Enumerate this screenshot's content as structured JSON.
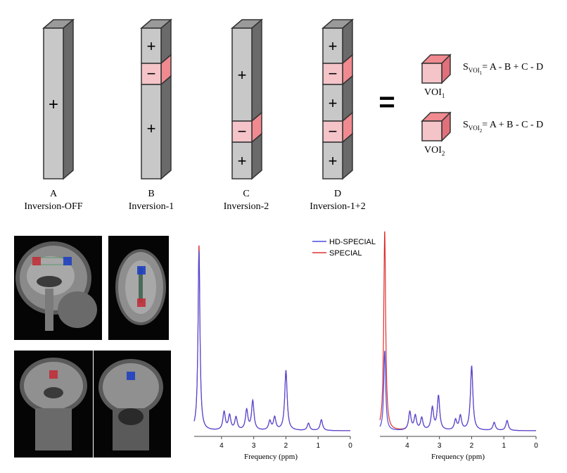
{
  "bars": [
    {
      "letter": "A",
      "caption": "Inversion-OFF",
      "signs": [
        "+"
      ]
    },
    {
      "letter": "B",
      "caption": "Inversion-1",
      "signs": [
        "+",
        "−",
        "+"
      ]
    },
    {
      "letter": "C",
      "caption": "Inversion-2",
      "signs": [
        "+",
        "−",
        "+"
      ]
    },
    {
      "letter": "D",
      "caption": "Inversion-1+2",
      "signs": [
        "+",
        "−",
        "+",
        "−",
        "+"
      ]
    }
  ],
  "equals": "=",
  "voi1": {
    "label": "VOI",
    "sub": "1",
    "formula_s": "S",
    "formula_sub": "VOI",
    "formula_subsub": "1",
    "formula_rhs": "= A - B + C - D"
  },
  "voi2": {
    "label": "VOI",
    "sub": "2",
    "formula_s": "S",
    "formula_sub": "VOI",
    "formula_subsub": "2",
    "formula_rhs": "= A + B - C - D"
  },
  "legend": {
    "hd": "HD-SPECIAL",
    "sp": "SPECIAL"
  },
  "colors": {
    "hd": "#4a4ae0",
    "sp": "#e03030",
    "slab": "#f4c4c8",
    "slab_side": "#f08a90",
    "bar_front": "#c8c8c8",
    "bar_side": "#6a6a6a"
  },
  "chart_data": [
    {
      "type": "line",
      "xlabel": "Frequency (ppm)",
      "x_ticks": [
        "4",
        "3",
        "2",
        "1",
        "0"
      ],
      "xlim": [
        4.85,
        0
      ],
      "series": [
        {
          "name": "HD-SPECIAL",
          "peaks": [
            [
              4.7,
              1.0
            ],
            [
              3.92,
              0.1
            ],
            [
              3.75,
              0.08
            ],
            [
              3.55,
              0.07
            ],
            [
              3.22,
              0.11
            ],
            [
              3.03,
              0.16
            ],
            [
              2.5,
              0.05
            ],
            [
              2.35,
              0.07
            ],
            [
              2.0,
              0.33
            ],
            [
              1.3,
              0.04
            ],
            [
              0.9,
              0.06
            ]
          ]
        },
        {
          "name": "SPECIAL",
          "peaks": [
            [
              4.7,
              1.03
            ],
            [
              3.92,
              0.1
            ],
            [
              3.75,
              0.08
            ],
            [
              3.55,
              0.07
            ],
            [
              3.22,
              0.11
            ],
            [
              3.03,
              0.16
            ],
            [
              2.5,
              0.05
            ],
            [
              2.35,
              0.07
            ],
            [
              2.0,
              0.33
            ],
            [
              1.3,
              0.04
            ],
            [
              0.9,
              0.06
            ]
          ]
        }
      ]
    },
    {
      "type": "line",
      "xlabel": "Frequency (ppm)",
      "x_ticks": [
        "4",
        "3",
        "2",
        "1",
        "0"
      ],
      "xlim": [
        4.85,
        0
      ],
      "series": [
        {
          "name": "HD-SPECIAL",
          "peaks": [
            [
              4.7,
              0.4
            ],
            [
              3.92,
              0.09
            ],
            [
              3.75,
              0.07
            ],
            [
              3.55,
              0.06
            ],
            [
              3.22,
              0.11
            ],
            [
              3.03,
              0.17
            ],
            [
              2.5,
              0.05
            ],
            [
              2.35,
              0.07
            ],
            [
              2.0,
              0.32
            ],
            [
              1.3,
              0.04
            ],
            [
              0.9,
              0.05
            ]
          ]
        },
        {
          "name": "SPECIAL",
          "peaks": [
            [
              4.7,
              1.0
            ],
            [
              3.92,
              0.09
            ],
            [
              3.75,
              0.07
            ],
            [
              3.55,
              0.06
            ],
            [
              3.22,
              0.11
            ],
            [
              3.03,
              0.17
            ],
            [
              2.5,
              0.05
            ],
            [
              2.35,
              0.07
            ],
            [
              2.0,
              0.32
            ],
            [
              1.3,
              0.04
            ],
            [
              0.9,
              0.05
            ]
          ]
        }
      ]
    }
  ]
}
